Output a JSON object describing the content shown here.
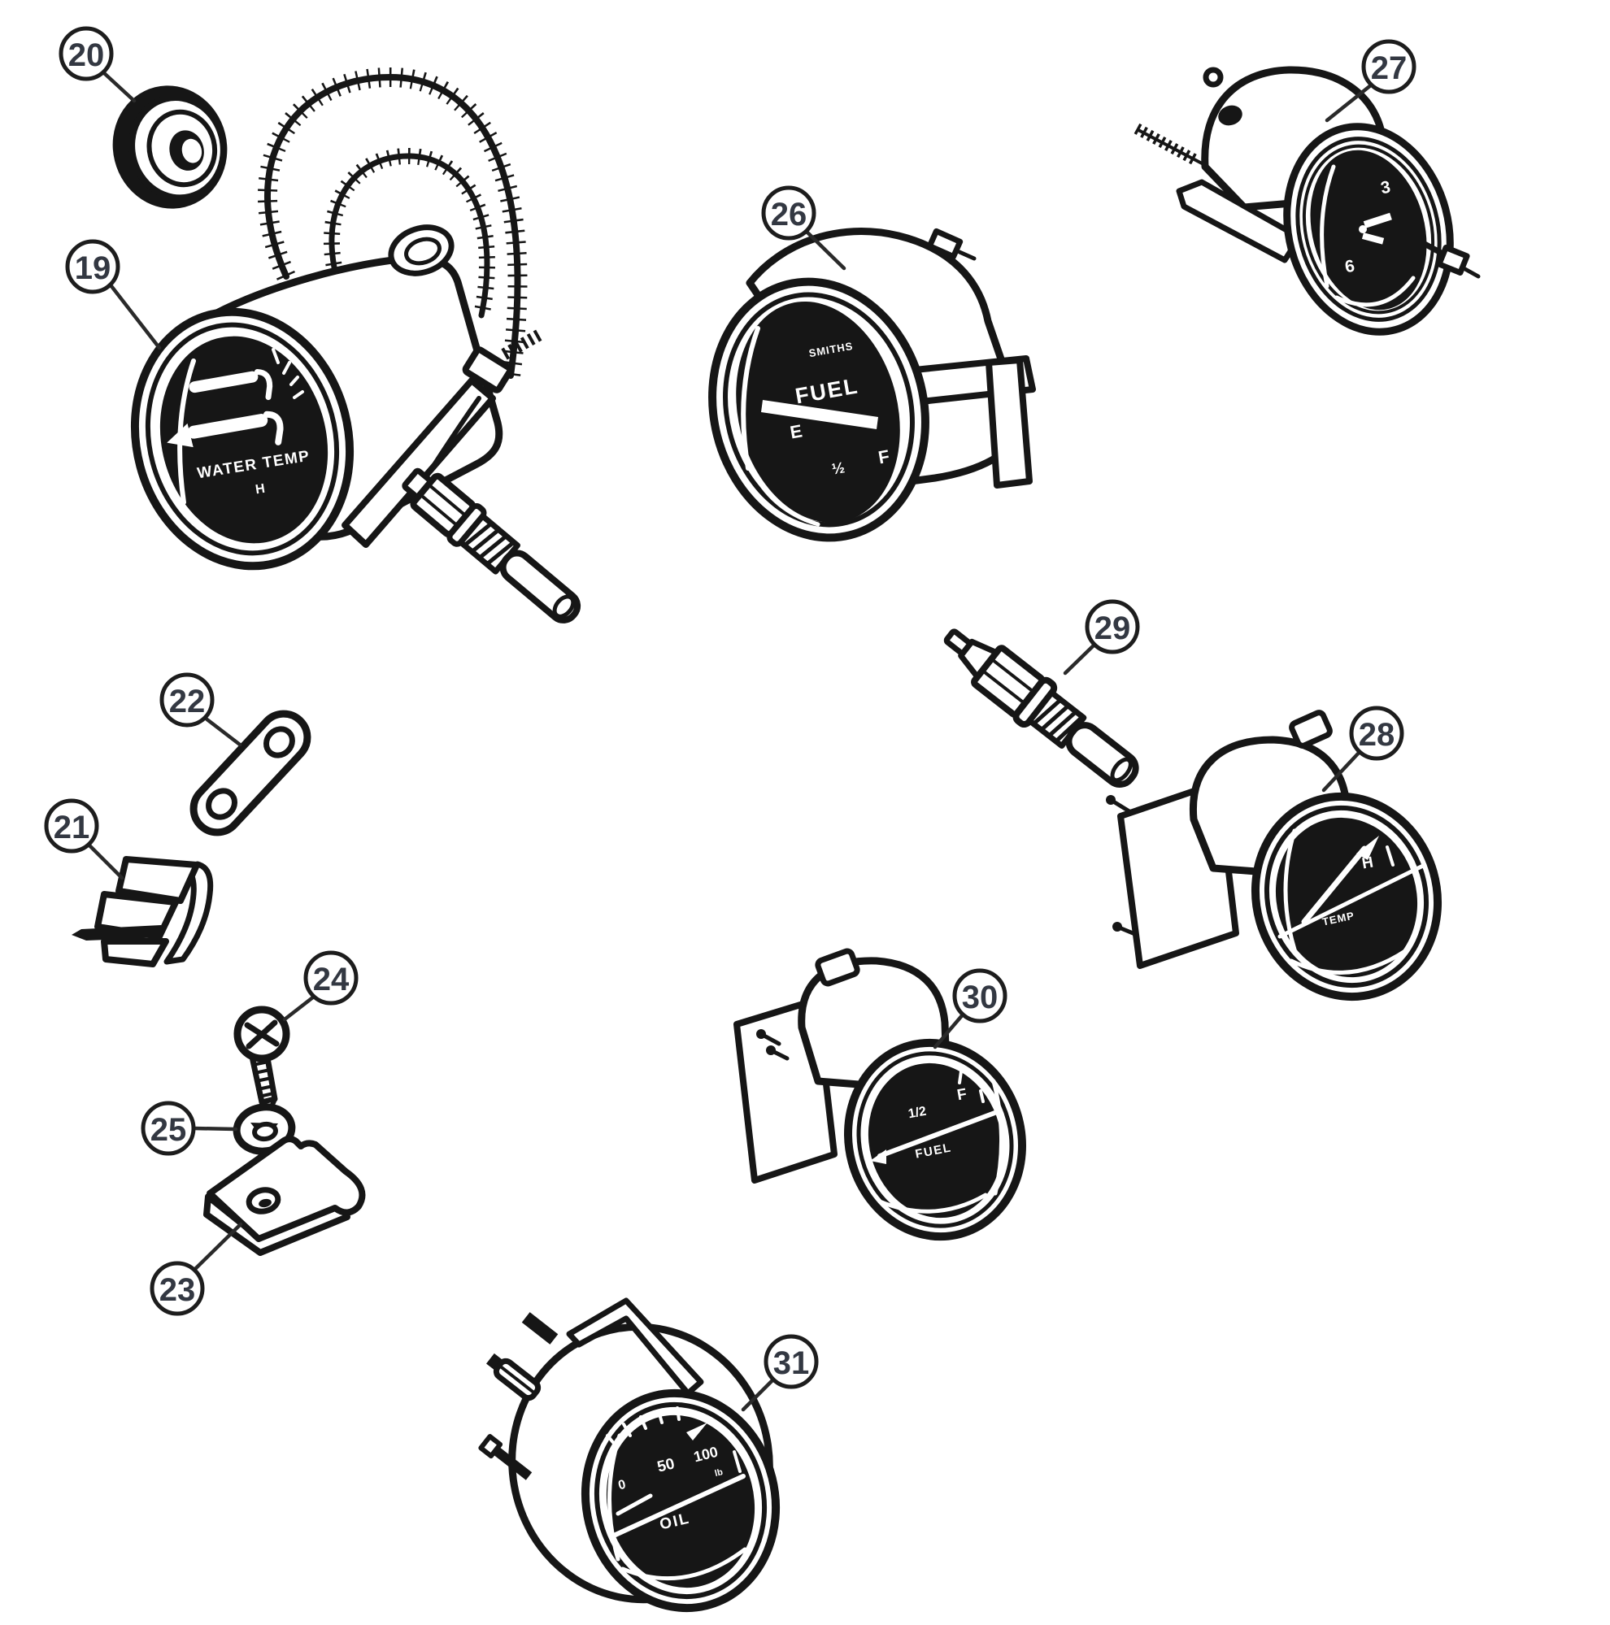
{
  "figure": {
    "background": "#ffffff",
    "ink": "#161616",
    "callouts": [
      {
        "number": "19"
      },
      {
        "number": "20"
      },
      {
        "number": "21"
      },
      {
        "number": "22"
      },
      {
        "number": "23"
      },
      {
        "number": "24"
      },
      {
        "number": "25"
      },
      {
        "number": "26"
      },
      {
        "number": "27"
      },
      {
        "number": "28"
      },
      {
        "number": "29"
      },
      {
        "number": "30"
      },
      {
        "number": "31"
      }
    ],
    "gauge19": {
      "title": "WATER TEMP",
      "mark": "H"
    },
    "gauge26": {
      "brand": "SMITHS",
      "title": "FUEL",
      "empty": "E",
      "half": "½",
      "full": "F"
    },
    "clock27": {
      "three": "3",
      "six": "6"
    },
    "gauge28": {
      "hot": "H",
      "title": "TEMP"
    },
    "gauge30": {
      "half": "1/2",
      "full": "F",
      "title": "FUEL"
    },
    "gauge31": {
      "zero": "0",
      "fifty": "50",
      "hundred": "100",
      "unit": "lb",
      "title": "OIL"
    }
  }
}
